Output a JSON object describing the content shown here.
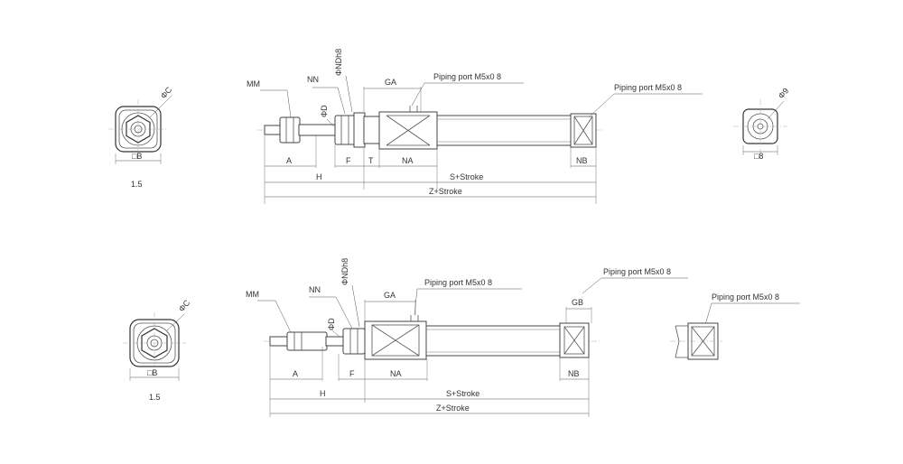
{
  "top": {
    "end_view": {
      "label_B": "□B",
      "label_C": "ΦC",
      "label_1_5": "1.5"
    },
    "cylinder": {
      "label_MM": "MM",
      "label_NN": "NN",
      "label_NDh8": "ΦNDh8",
      "label_D": "ΦD",
      "label_GA": "GA",
      "port_front": "Piping port M5x0 8",
      "port_rear": "Piping port M5x0 8",
      "label_A": "A",
      "label_F": "F",
      "label_T": "T",
      "label_NA": "NA",
      "label_NB": "NB",
      "label_H": "H",
      "label_S": "S+Stroke",
      "label_Z": "Z+Stroke"
    },
    "rear_view": {
      "label_phi9": "Φ9",
      "label_sq8": "□8"
    }
  },
  "bottom": {
    "end_view": {
      "label_B": "□B",
      "label_C": "ΦC",
      "label_1_5": "1.5"
    },
    "cylinder": {
      "label_MM": "MM",
      "label_NN": "NN",
      "label_NDh8": "ΦNDh8",
      "label_D": "ΦD",
      "label_GA": "GA",
      "label_GB": "GB",
      "port_front": "Piping port M5x0 8",
      "port_rear": "Piping port M5x0 8",
      "label_A": "A",
      "label_F": "F",
      "label_NA": "NA",
      "label_NB": "NB",
      "label_H": "H",
      "label_S": "S+Stroke",
      "label_Z": "Z+Stroke"
    },
    "rear_view": {
      "port": "Piping port M5x0 8"
    }
  }
}
